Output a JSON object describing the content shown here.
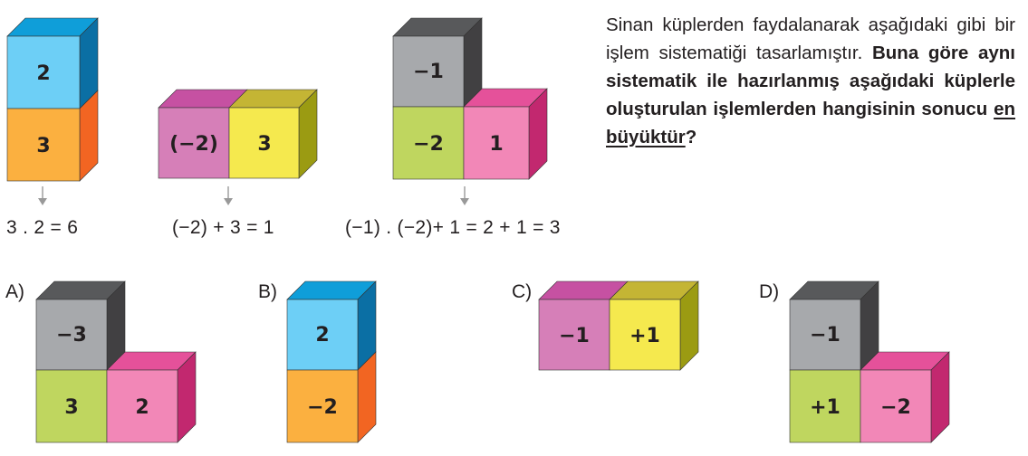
{
  "examples": [
    {
      "top": "2",
      "bottom": "3",
      "equation": "3 . 2 = 6"
    },
    {
      "left": "(−2)",
      "right": "3",
      "equation": "(−2) + 3 = 1"
    },
    {
      "top": "−1",
      "bottom_left": "−2",
      "bottom_right": "1",
      "equation": "(−1) . (−2)+ 1 = 2 + 1 = 3"
    }
  ],
  "question": {
    "intro": "Sinan küplerden faydalanarak aşağıdaki gibi bir işlem sistematiği tasarlamıştır.",
    "bold_before": "Buna göre aynı sistematik ile hazırlanmış aşağıdaki küplerle oluşturulan işlemlerden hangisinin sonucu ",
    "bold_underlined": "en büyüktür",
    "bold_after": "?"
  },
  "options": [
    {
      "label": "A)",
      "top": "−3",
      "bottom_left": "3",
      "bottom_right": "2"
    },
    {
      "label": "B)",
      "top": "2",
      "bottom": "−2"
    },
    {
      "label": "C)",
      "left": "−1",
      "right": "+1"
    },
    {
      "label": "D)",
      "top": "−1",
      "bottom_left": "+1",
      "bottom_right": "−2"
    }
  ],
  "colors": {
    "blue": "#6dcff6",
    "orange": "#fbb040",
    "purple": "#d67fb8",
    "yellow": "#f5e94e",
    "gray": "#a7a9ac",
    "green": "#bfd65f",
    "pink": "#f287b7"
  }
}
